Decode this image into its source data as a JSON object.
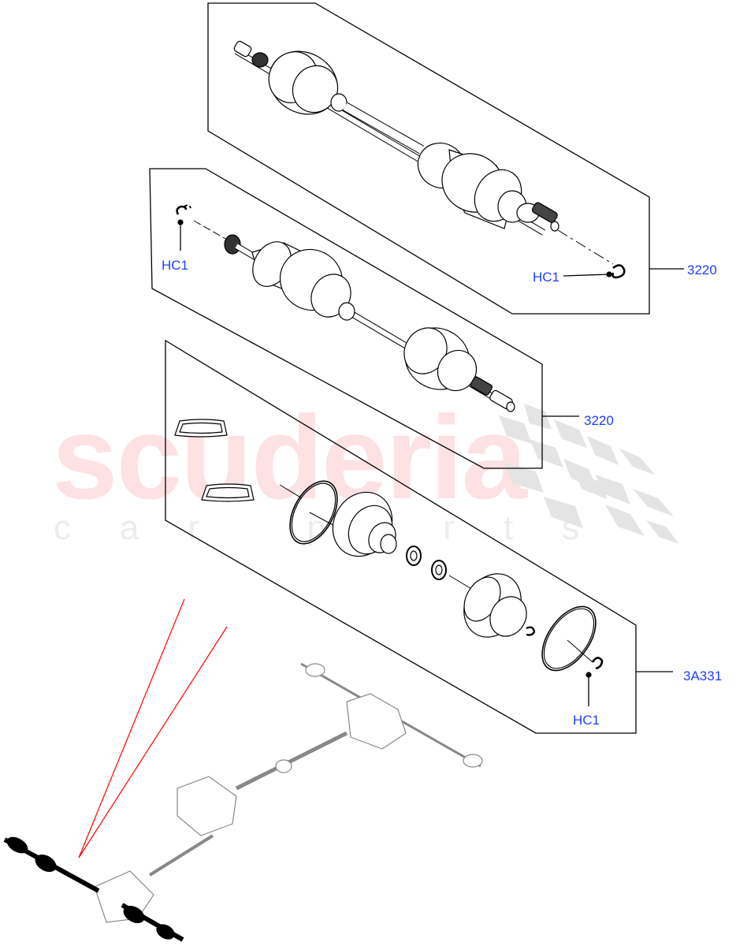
{
  "watermark": {
    "brand": "scuderia",
    "sub": "car parts",
    "brand_color": "#fde1e3",
    "checker_color": "#e4e4e4"
  },
  "diagram": {
    "type": "exploded-parts-illustration",
    "label_color": "#1f3fff",
    "groups": [
      {
        "id": "upper-shaft",
        "part_number": "3220",
        "callouts": [
          "HC1"
        ]
      },
      {
        "id": "middle-shaft",
        "part_number": "3220",
        "callouts": [
          "HC1"
        ]
      },
      {
        "id": "boot-kit",
        "part_number": "3A331",
        "callouts": [
          "HC1"
        ]
      }
    ],
    "labels": {
      "upper_part": "3220",
      "upper_hc1": "HC1",
      "middle_part": "3220",
      "middle_hc1": "HC1",
      "kit_part": "3A331",
      "kit_hc1": "HC1"
    },
    "locator_view": {
      "highlight_color": "#ff0000",
      "highlighted_component": "front-axle-drive-shafts"
    }
  }
}
